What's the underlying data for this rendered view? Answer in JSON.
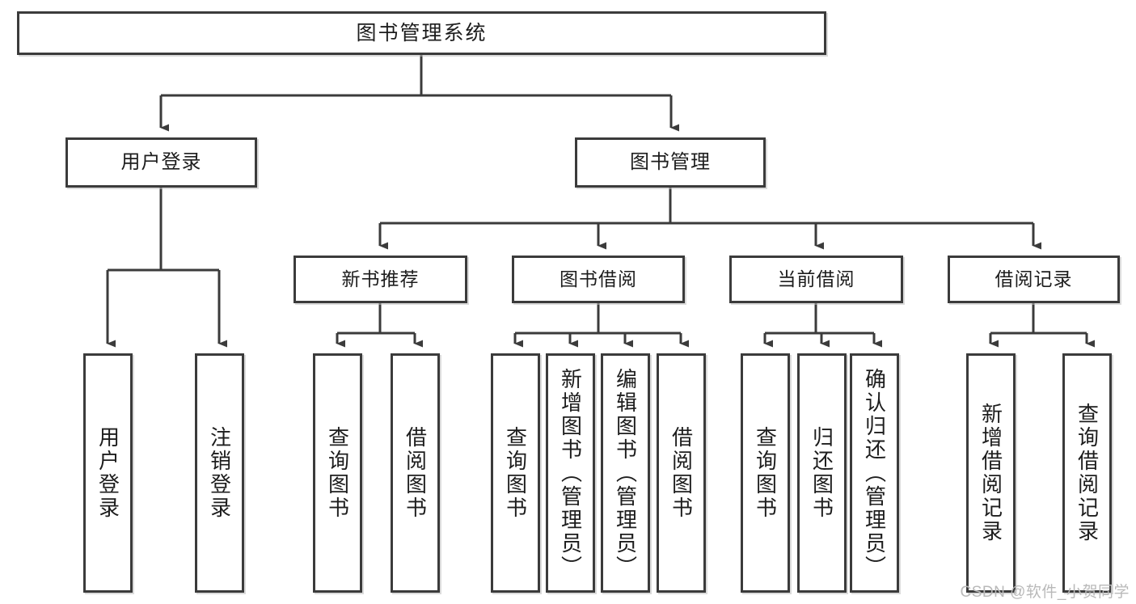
{
  "diagram": {
    "type": "tree",
    "title": "图书管理系统",
    "watermark": "CSDN @软件_小贺同学",
    "colors": {
      "box_border": "#3b3b3b",
      "box_fill": "#ffffff",
      "edge": "#3b3b3b",
      "text": "#1d1d1d",
      "watermark": "#b9b9b9"
    },
    "nodes": {
      "root": {
        "label": "图书管理系统"
      },
      "level2": [
        {
          "id": "user-login",
          "label": "用户登录"
        },
        {
          "id": "book-manage",
          "label": "图书管理"
        }
      ],
      "level3": [
        {
          "id": "new-book-recommend",
          "label": "新书推荐"
        },
        {
          "id": "book-borrow",
          "label": "图书借阅"
        },
        {
          "id": "current-borrow",
          "label": "当前借阅"
        },
        {
          "id": "borrow-record",
          "label": "借阅记录"
        }
      ],
      "leaves": {
        "user-login": [
          {
            "id": "leaf-user-login",
            "label": "用户登录"
          },
          {
            "id": "leaf-user-logout",
            "label": "注销登录"
          }
        ],
        "new-book-recommend": [
          {
            "id": "leaf-query-book-1",
            "label": "查询图书"
          },
          {
            "id": "leaf-borrow-book-1",
            "label": "借阅图书"
          }
        ],
        "book-borrow": [
          {
            "id": "leaf-query-book-2",
            "label": "查询图书"
          },
          {
            "id": "leaf-add-book",
            "label": "新增图书（管理员）"
          },
          {
            "id": "leaf-edit-book",
            "label": "编辑图书（管理员）"
          },
          {
            "id": "leaf-borrow-book-2",
            "label": "借阅图书"
          }
        ],
        "current-borrow": [
          {
            "id": "leaf-query-book-3",
            "label": "查询图书"
          },
          {
            "id": "leaf-return-book",
            "label": "归还图书"
          },
          {
            "id": "leaf-confirm-return",
            "label": "确认归还（管理员）"
          }
        ],
        "borrow-record": [
          {
            "id": "leaf-add-record",
            "label": "新增借阅记录"
          },
          {
            "id": "leaf-query-record",
            "label": "查询借阅记录"
          }
        ]
      }
    }
  }
}
